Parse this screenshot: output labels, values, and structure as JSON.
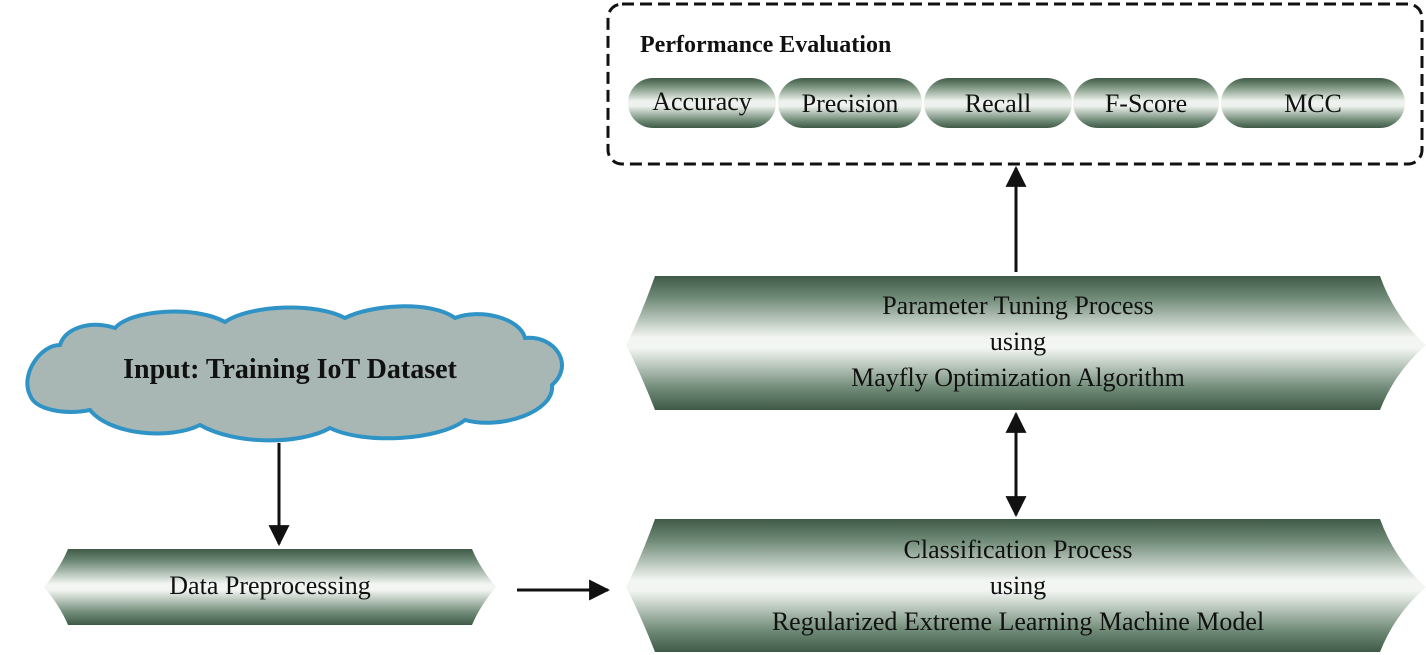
{
  "input": {
    "label": "Input: Training IoT Dataset"
  },
  "preprocessing": {
    "label": "Data Preprocessing"
  },
  "classification": {
    "line1": "Classification Process",
    "line2": "using",
    "line3": "Regularized Extreme Learning Machine Model"
  },
  "tuning": {
    "line1": "Parameter Tuning Process",
    "line2": "using",
    "line3": "Mayfly Optimization Algorithm"
  },
  "evaluation": {
    "title": "Performance Evaluation",
    "metrics": [
      "Accuracy",
      "Precision",
      "Recall",
      "F-Score",
      "MCC"
    ]
  },
  "colors": {
    "process_dark": "#4f6a56",
    "process_light": "#f2f5f2",
    "cloud_fill": "#a8b7b3",
    "cloud_stroke": "#2f93c6",
    "arrow": "#111111"
  }
}
